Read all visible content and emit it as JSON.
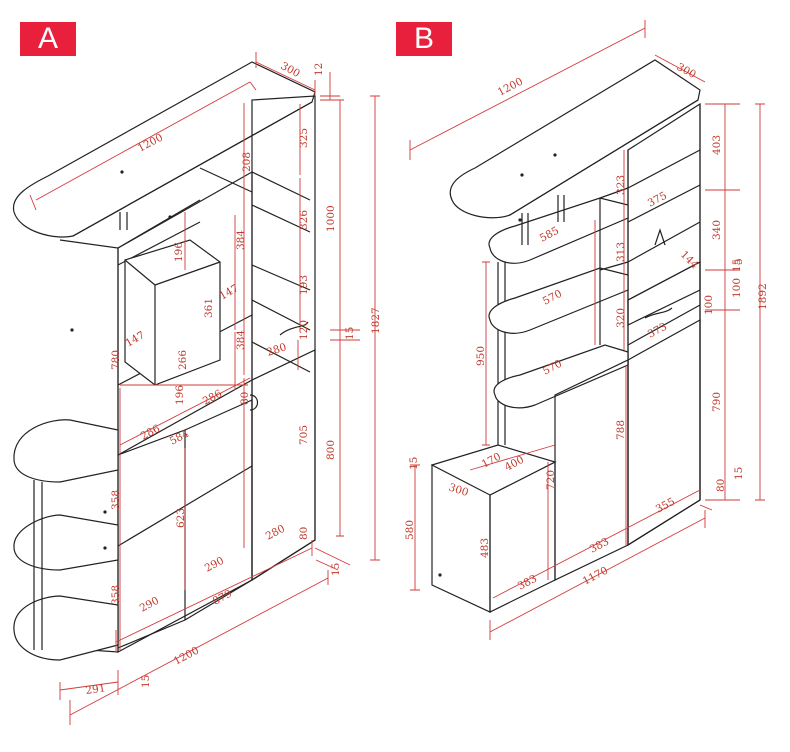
{
  "diagrams": [
    {
      "label": "A",
      "dims": {
        "d1200_top": "1200",
        "d300": "300",
        "d12": "12",
        "d325": "325",
        "d208": "208",
        "d326": "326",
        "d1000": "1000",
        "d196a": "196",
        "d384a": "384",
        "d147a": "147",
        "d193": "193",
        "d361": "361",
        "d147b": "147",
        "d780": "780",
        "d266": "266",
        "d384b": "384",
        "d120": "120",
        "d15a": "15",
        "d1827": "1827",
        "d280a": "280",
        "d196b": "196",
        "d286a": "286",
        "d286b": "286",
        "d80a": "80",
        "d584": "584",
        "d705": "705",
        "d800": "800",
        "d358a": "358",
        "d623": "623",
        "d280b": "280",
        "d290a": "290",
        "d80b": "80",
        "d358b": "358",
        "d290b": "290",
        "d879": "879",
        "d15b": "15",
        "d291": "291",
        "d15c": "15",
        "d1200_bottom": "1200"
      }
    },
    {
      "label": "B",
      "dims": {
        "d1200": "1200",
        "d300": "300",
        "d403": "403",
        "d323": "323",
        "d375": "375",
        "d340": "340",
        "d585": "585",
        "d313": "313",
        "d144": "144",
        "d15a": "15",
        "d100a": "100",
        "d570a": "570",
        "d320": "320",
        "d100b": "100",
        "d1892": "1892",
        "d5": "5",
        "d950": "950",
        "d373": "373",
        "d570b": "570",
        "d790": "790",
        "d788": "788",
        "d15b": "15",
        "d170": "170",
        "d400": "400",
        "d15c": "15",
        "d80": "80",
        "d300b": "300",
        "d720": "720",
        "d355": "355",
        "d580": "580",
        "d483": "483",
        "d383a": "383",
        "d383b": "383",
        "d1170": "1170"
      }
    }
  ]
}
